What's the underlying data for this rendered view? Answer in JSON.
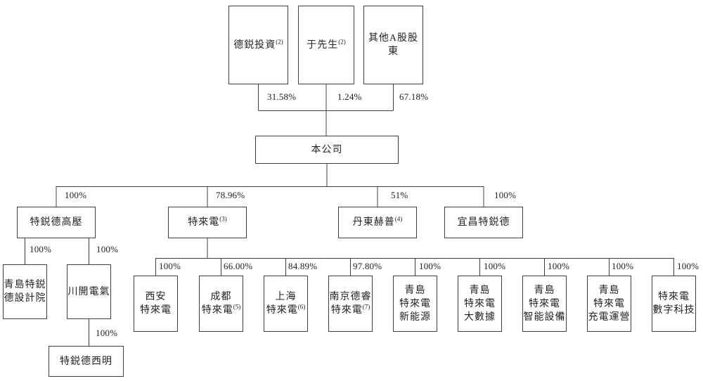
{
  "colors": {
    "background": "#ffffff",
    "line": "#3f3f3f",
    "text": "#222222"
  },
  "nodes": {
    "derui": {
      "label": "德鋭投資",
      "sup": "(2)"
    },
    "yu": {
      "label": "于先生",
      "sup": "(2)"
    },
    "other": {
      "label": "其他A股股東"
    },
    "company": {
      "label": "本公司"
    },
    "hv": {
      "label": "特鋭德高壓"
    },
    "teld": {
      "label": "特來電",
      "sup": "(3)"
    },
    "dandong": {
      "label": "丹東赫普",
      "sup": "(4)"
    },
    "yichang": {
      "label": "宜昌特鋭德"
    },
    "design": {
      "label": "青島特鋭\n德設計院"
    },
    "chuankai": {
      "label": "川開電氣"
    },
    "ximing": {
      "label": "特鋭德西明"
    },
    "xian": {
      "label": "西安\n特來電"
    },
    "chengdu": {
      "label": "成都\n特來電",
      "sup": "(5)"
    },
    "shanghai": {
      "label": "上海\n特來電",
      "sup": "(6)"
    },
    "nanjing": {
      "label": "南京德睿\n特來電",
      "sup": "(7)"
    },
    "newenergy": {
      "label": "青島\n特來電\n新能源"
    },
    "bigdata": {
      "label": "青島\n特來電\n大數據"
    },
    "smart": {
      "label": "青島\n特來電\n智能設備"
    },
    "charging": {
      "label": "青島\n特來電\n充電運營"
    },
    "digital": {
      "label": "特來電\n數字科技"
    }
  },
  "percents": {
    "derui": "31.58%",
    "yu": "1.24%",
    "other": "67.18%",
    "hv": "100%",
    "teld": "78.96%",
    "dandong": "51%",
    "yichang": "100%",
    "design": "100%",
    "chuankai": "100%",
    "ximing": "100%",
    "xian": "100%",
    "chengdu": "66.00%",
    "shanghai": "84.89%",
    "nanjing": "97.80%",
    "newenergy": "100%",
    "bigdata": "100%",
    "smart": "100%",
    "charging": "100%",
    "digital": "100%"
  }
}
